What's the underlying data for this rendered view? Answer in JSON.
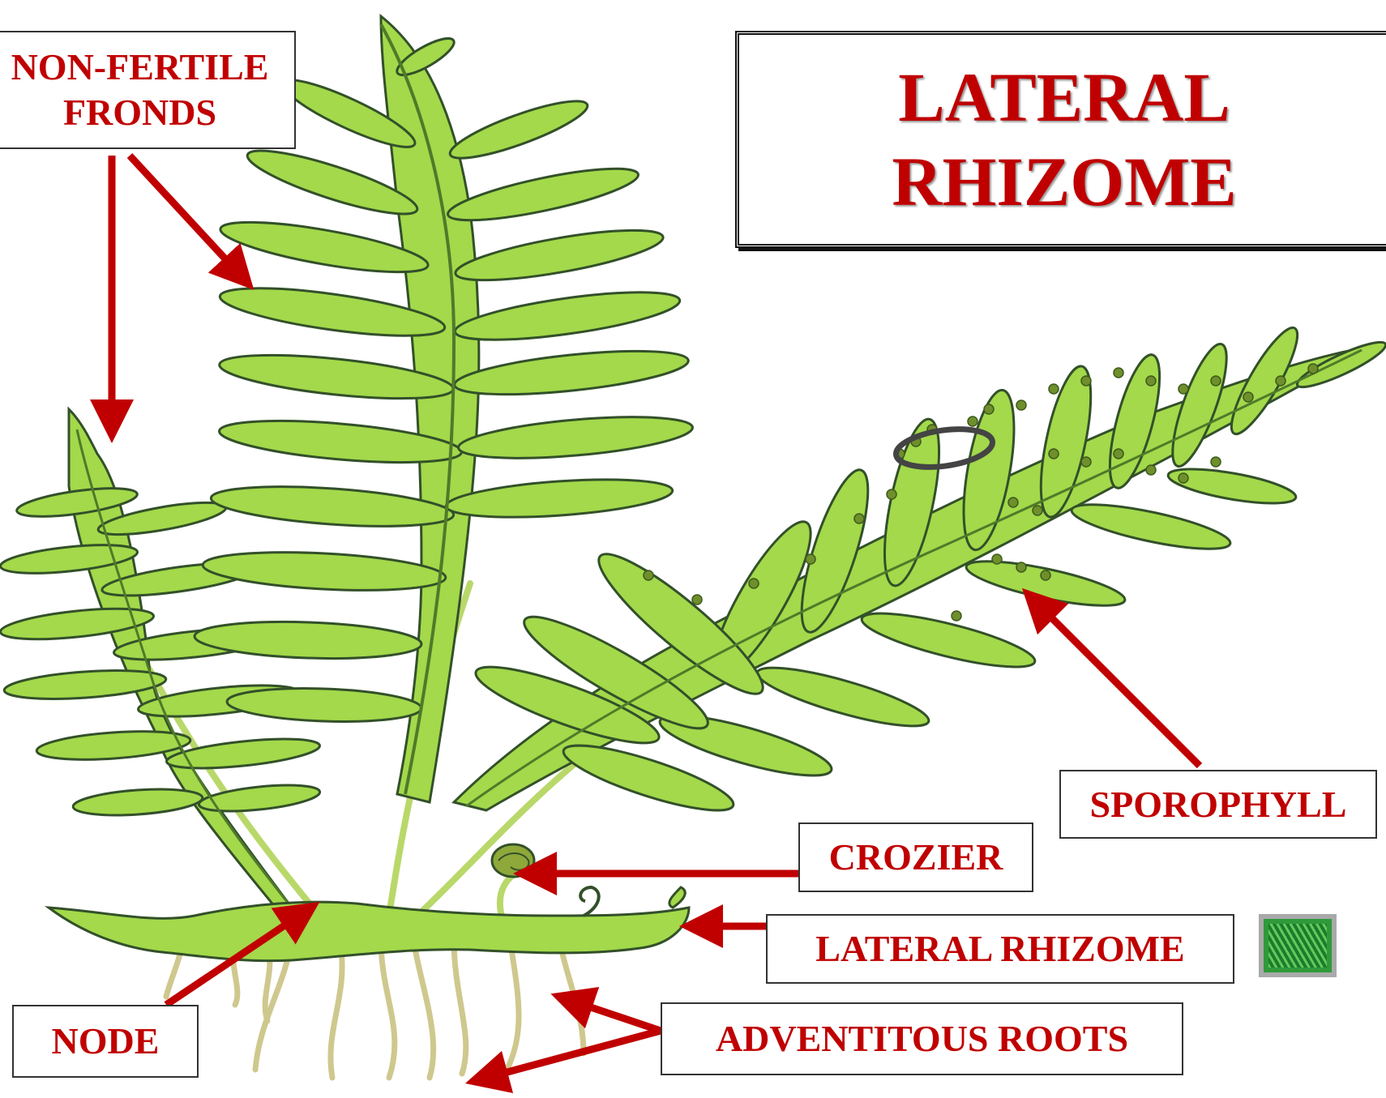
{
  "title": {
    "line1": "LATERAL",
    "line2": "RHIZOME"
  },
  "labels": {
    "non_fertile_line1": "NON-FERTILE",
    "non_fertile_line2": "FRONDS",
    "sporophyll": "SPOROPHYLL",
    "crozier": "CROZIER",
    "lateral_rhizome": "LATERAL RHIZOME",
    "node": "NODE",
    "adventitous_roots": "ADVENTITOUS ROOTS"
  },
  "colors": {
    "label_text": "#c00000",
    "arrow": "#c00000",
    "frond_fill": "#a3d94a",
    "frond_outline": "#33502a",
    "root": "#c9c48a"
  },
  "icons": [
    "fern-illustration",
    "grass-thumbnail-icon"
  ]
}
